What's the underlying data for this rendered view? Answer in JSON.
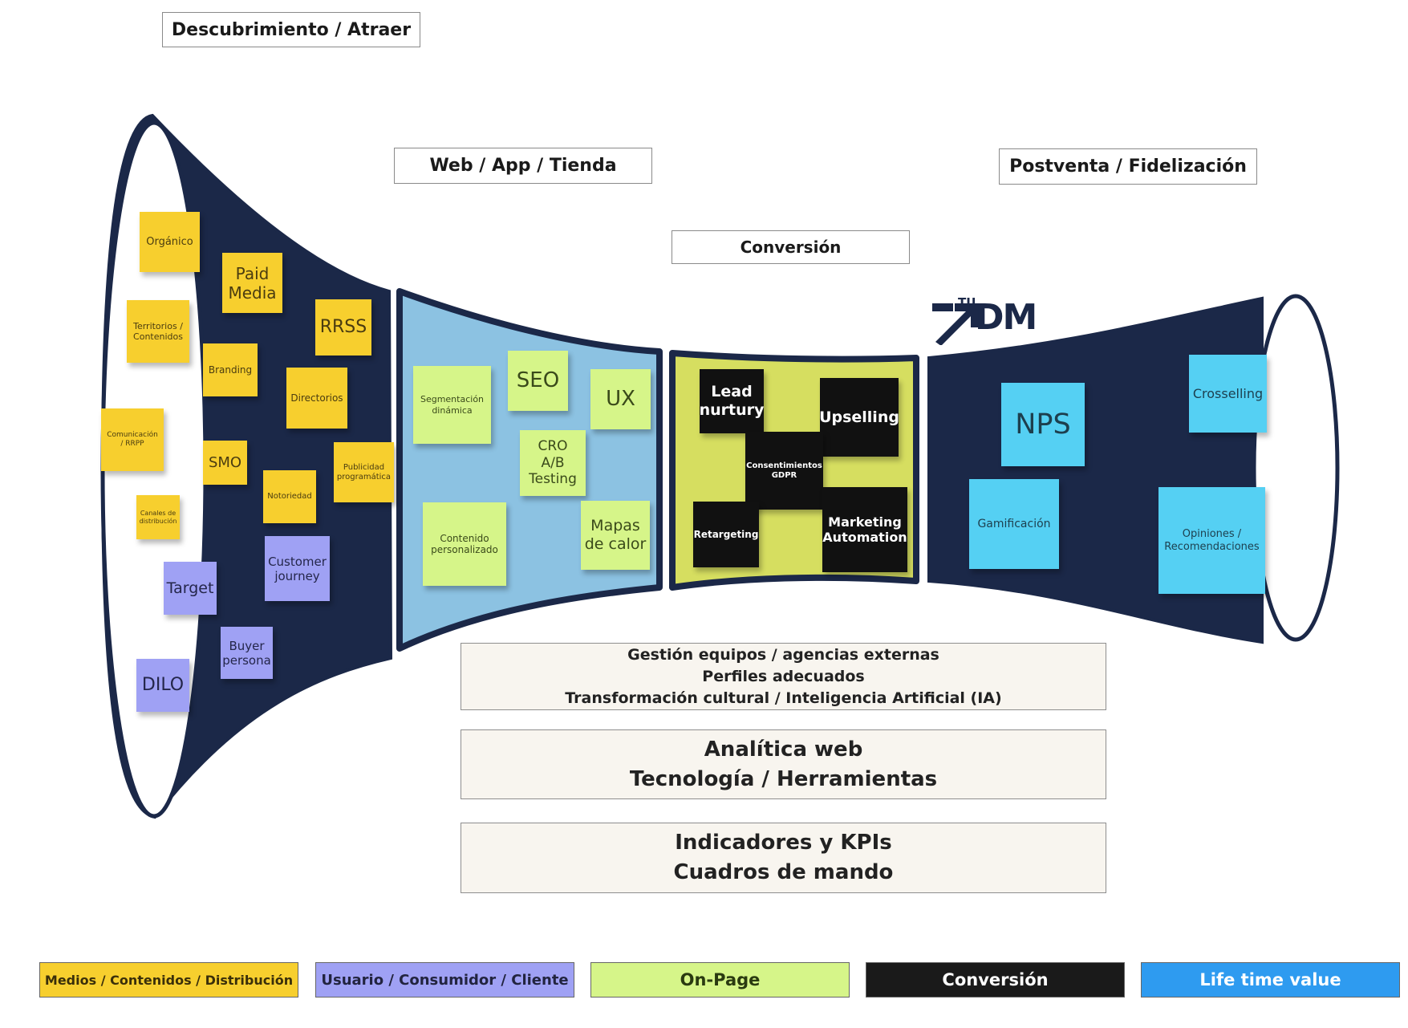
{
  "stage_labels": {
    "discovery": "Descubrimiento / Atraer",
    "web": "Web / App / Tienda",
    "conversion": "Conversión",
    "postsale": "Postventa / Fidelización"
  },
  "logo": {
    "text_small": "TU",
    "text_big": "DM"
  },
  "notes": {
    "organico": "Orgánico",
    "paid_media": "Paid\nMedia",
    "rrss": "RRSS",
    "territorios": "Territorios /\nContenidos",
    "branding": "Branding",
    "directorios": "Directorios",
    "comunicacion": "Comunicación\n/ RRPP",
    "smo": "SMO",
    "publicidad": "Publicidad\nprogramática",
    "notoriedad": "Notoriedad",
    "canales": "Canales de\ndistribución",
    "customer_journey": "Customer\njourney",
    "target": "Target",
    "buyer_persona": "Buyer\npersona",
    "dilo": "DILO",
    "segmentacion": "Segmentación\ndinámica",
    "seo": "SEO",
    "ux": "UX",
    "cro": "CRO\nA/B\nTesting",
    "contenido": "Contenido\npersonalizado",
    "mapas": "Mapas\nde calor",
    "lead": "Lead\nnurtury",
    "upselling": "Upselling",
    "consentimientos": "Consentimientos\nGDPR",
    "retargeting": "Retargeting",
    "marketing_automation": "Marketing\nAutomation",
    "nps": "NPS",
    "crosselling": "Crosselling",
    "gamificacion": "Gamificación",
    "opiniones": "Opiniones /\nRecomendaciones"
  },
  "boxes": {
    "gestion": [
      "Gestión equipos / agencias externas",
      "Perfiles adecuados",
      "Transformación cultural / Inteligencia Artificial (IA)"
    ],
    "analitica": [
      "Analítica web",
      "Tecnología / Herramientas"
    ],
    "indicadores": [
      "Indicadores y KPIs",
      "Cuadros de mando"
    ]
  },
  "legend": [
    {
      "label": "Medios / Contenidos / Distribución",
      "color": "#f7cf2e"
    },
    {
      "label": "Usuario / Consumidor / Cliente",
      "color": "#9fa1f4"
    },
    {
      "label": "On-Page",
      "color": "#d6f589"
    },
    {
      "label": "Conversión",
      "color": "#1a1a1a"
    },
    {
      "label": "Life time value",
      "color": "#2e9bf0"
    }
  ],
  "colors": {
    "funnel_navy": "#1b2848",
    "web_section": "#8cc2e2",
    "conversion_section": "#d6de60"
  }
}
